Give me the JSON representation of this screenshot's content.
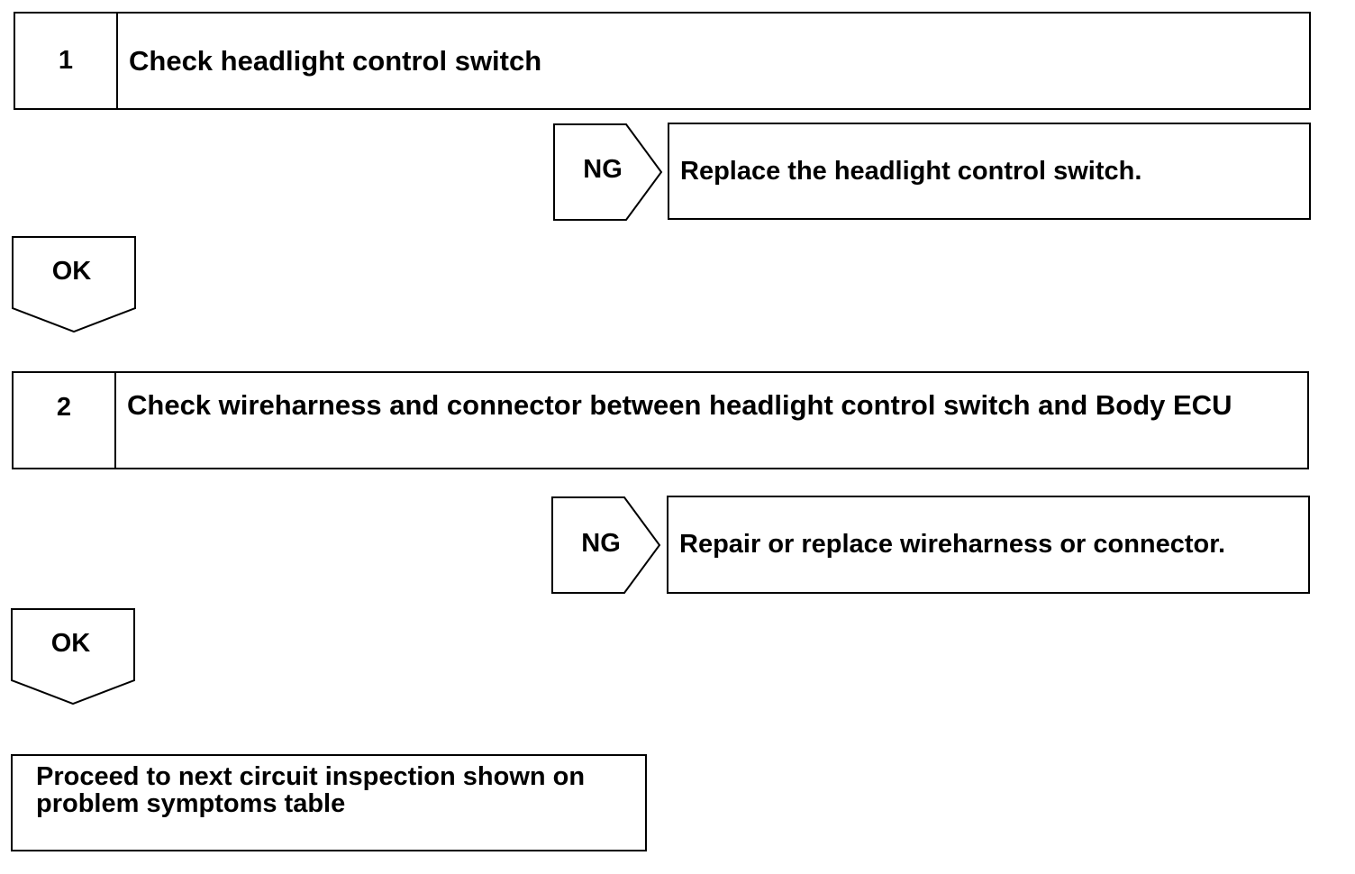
{
  "steps": [
    {
      "number": "1",
      "text": "Check headlight control switch"
    },
    {
      "number": "2",
      "text": "Check wireharness and connector between headlight control switch and Body ECU"
    }
  ],
  "ng_branches": [
    {
      "label": "NG",
      "action": "Replace the headlight control switch."
    },
    {
      "label": "NG",
      "action": "Repair or replace wireharness or connector."
    }
  ],
  "ok_arrows": [
    {
      "label": "OK"
    },
    {
      "label": "OK"
    }
  ],
  "final": {
    "text": "Proceed to next circuit inspection shown on problem symptoms table"
  }
}
